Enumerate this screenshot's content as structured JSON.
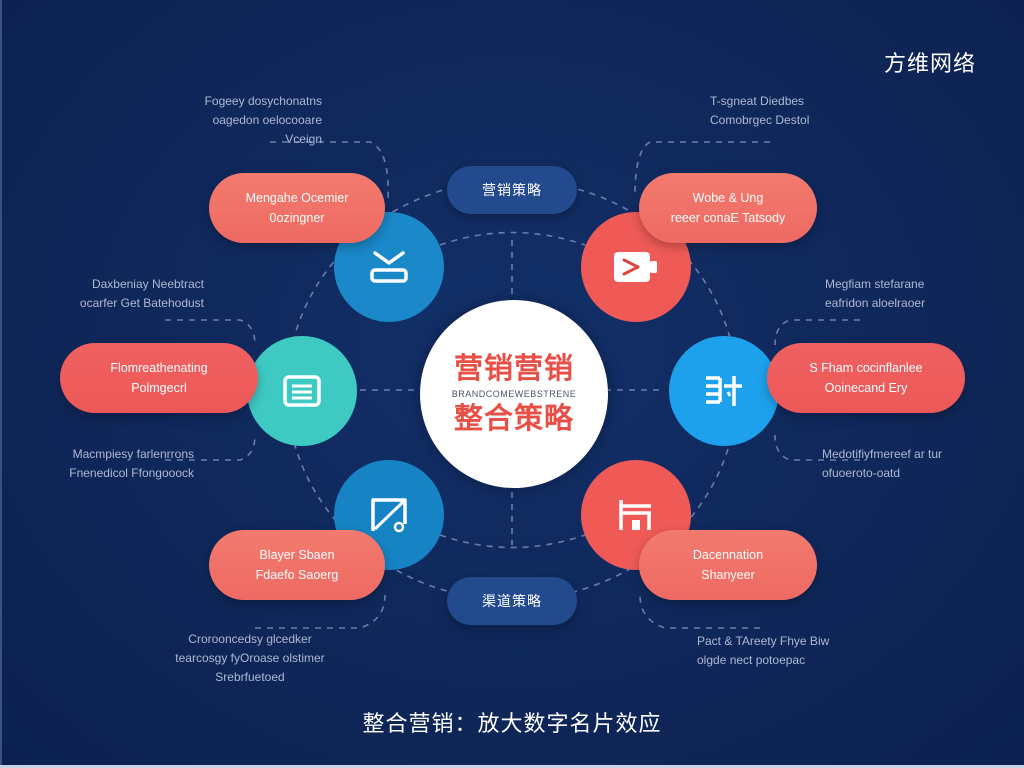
{
  "brand": "方维网络",
  "caption": "整合营销：放大数字名片效应",
  "center": {
    "title_line1": "营销营销",
    "subtitle": "BRANDCOMEWEBSTRENE",
    "title_line2": "整合策略"
  },
  "tags": {
    "top": "营销策略",
    "bottom": "渠道策略"
  },
  "nodes": [
    {
      "id": "top-left",
      "icon": "download-tray-icon",
      "color": "#1a88c9",
      "pill": [
        "Mengahe Ocemier",
        "0ozingner"
      ]
    },
    {
      "id": "top-right",
      "icon": "video-play-icon",
      "color": "#ef5a57",
      "pill": [
        "Wobe & Ung",
        "reeer conaE Tatsody"
      ]
    },
    {
      "id": "left",
      "icon": "document-list-icon",
      "color": "#3ec9c2",
      "pill": [
        "Flomreathenating",
        "Polmgecrl"
      ]
    },
    {
      "id": "right",
      "icon": "chart-bars-icon",
      "color": "#1da1ec",
      "pill": [
        "S Fham cocinflanlee",
        "Ooinecand Ery"
      ]
    },
    {
      "id": "bottom-left",
      "icon": "edit-image-icon",
      "color": "#1683c4",
      "pill": [
        "Blayer Sbaen",
        "Fdaefo Saoerg"
      ]
    },
    {
      "id": "bottom-right",
      "icon": "store-front-icon",
      "color": "#ef5a57",
      "pill": [
        "Dacennation",
        "Shanyeer"
      ]
    }
  ],
  "notes": {
    "top_left": [
      "Fogeey dosychonatns",
      "oagedon oelocooare",
      "Vceign"
    ],
    "top_right": [
      "T-sgneat Diedbes",
      "Comobrgec Destol"
    ],
    "left_upper": [
      "Daxbeniay Neebtract",
      "ocarfer Get Batehodust"
    ],
    "left_lower": [
      "Macmpiesy farlenrrons",
      "Fnenedicol Ffongooock"
    ],
    "right_upper": [
      "Megfiam stefarane",
      "eafridon  aloelraoer"
    ],
    "right_lower": [
      "Medotifiyfmereef ar tur",
      "ofuoeroto-oatd"
    ],
    "bottom_left": [
      "Crorooncedsy glcedker",
      "tearcosgy fyOroase  olstimer",
      "Srebrfuetoed"
    ],
    "bottom_right": [
      "Pact & TAreety Fhye Biw",
      "olgde nect potoepac"
    ]
  }
}
